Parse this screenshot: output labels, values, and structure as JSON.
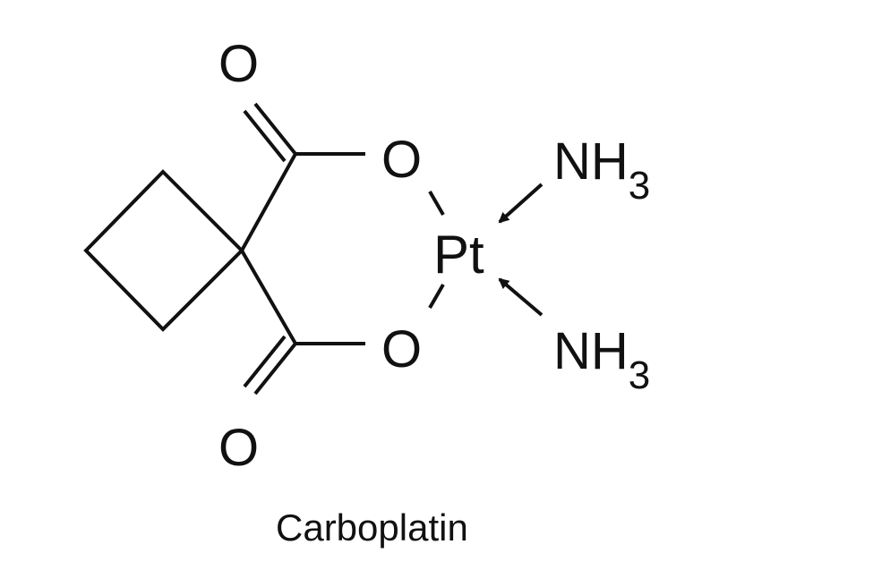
{
  "atoms": {
    "o_top": "O",
    "o_ester_top": "O",
    "platinum": "Pt",
    "o_ester_bottom": "O",
    "o_bottom": "O",
    "nh3_top_base": "NH",
    "nh3_top_sub": "3",
    "nh3_bottom_base": "NH",
    "nh3_bottom_sub": "3"
  },
  "caption": "Carboplatin",
  "cutoff_text": "",
  "colors": {
    "ink": "#111111",
    "background": "#ffffff"
  }
}
